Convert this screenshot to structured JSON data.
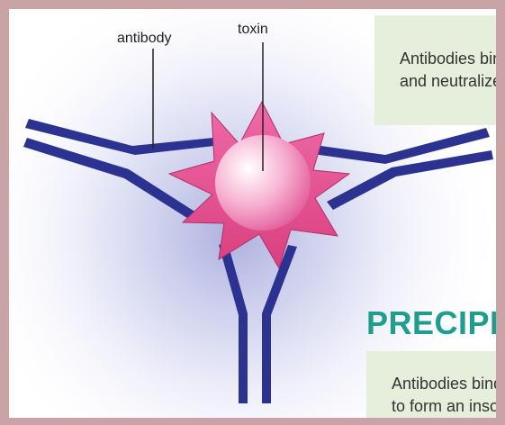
{
  "labels": {
    "antibody": "antibody",
    "toxin": "toxin"
  },
  "callout_top": {
    "line1": "Antibodies bind to toxins",
    "line2": "and neutralize them"
  },
  "section_heading": "PRECIPITATION",
  "callout_bottom": {
    "line1": "Antibodies bind to antigens",
    "line2": "to form an insoluble complex"
  },
  "colors": {
    "antibody": "#2b3290",
    "toxin": "#e8468f",
    "heading": "#1f9e8f",
    "callout_bg": "#e6efdc",
    "frame": "#c9a3a6"
  }
}
